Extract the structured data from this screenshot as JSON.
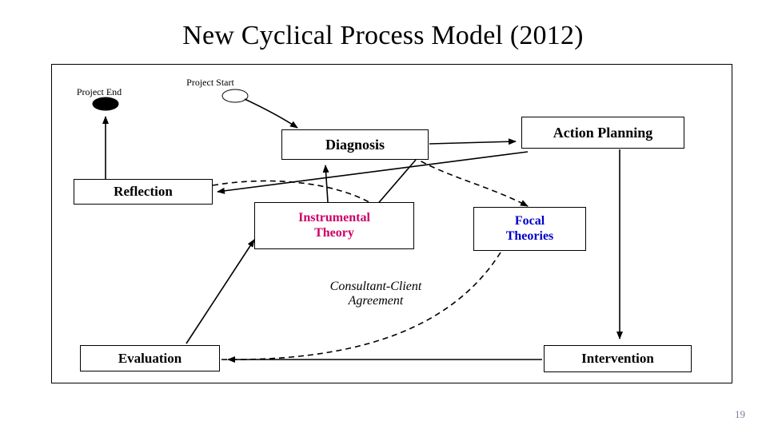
{
  "slide": {
    "title": "New Cyclical Process Model (2012)",
    "page_number": "19"
  },
  "diagram": {
    "labels": {
      "project_end": "Project End",
      "project_start": "Project Start",
      "consultant_client_agreement": "Consultant-Client\nAgreement"
    },
    "nodes": [
      {
        "id": "diagnosis",
        "label": "Diagnosis",
        "color": "#000000"
      },
      {
        "id": "action-planning",
        "label": "Action Planning",
        "color": "#000000"
      },
      {
        "id": "reflection",
        "label": "Reflection",
        "color": "#000000"
      },
      {
        "id": "instrumental-theory",
        "label": "Instrumental\nTheory",
        "color": "#CC0066"
      },
      {
        "id": "focal-theories",
        "label": "Focal\nTheories",
        "color": "#0000CC"
      },
      {
        "id": "evaluation",
        "label": "Evaluation",
        "color": "#000000"
      },
      {
        "id": "intervention",
        "label": "Intervention",
        "color": "#000000"
      }
    ],
    "connectors": [
      {
        "from": "project-start-oval",
        "to": "diagnosis",
        "style": "solid"
      },
      {
        "from": "diagnosis",
        "to": "action-planning",
        "style": "solid"
      },
      {
        "from": "action-planning",
        "to": "intervention",
        "style": "solid"
      },
      {
        "from": "intervention",
        "to": "evaluation",
        "style": "solid"
      },
      {
        "from": "evaluation",
        "to": "instrumental-theory",
        "style": "solid"
      },
      {
        "from": "reflection",
        "to": "project-end-oval",
        "style": "solid"
      },
      {
        "from": "reflection",
        "to": "diagnosis-left",
        "style": "dashed"
      },
      {
        "from": "instrumental-theory",
        "to": "diagnosis",
        "style": "solid"
      },
      {
        "from": "focal-theories",
        "to": "diagnosis",
        "style": "dashed"
      },
      {
        "from": "evaluation",
        "to": "focal-theories",
        "style": "dashed"
      },
      {
        "from": "action-planning",
        "to": "reflection",
        "style": "solid"
      }
    ]
  }
}
